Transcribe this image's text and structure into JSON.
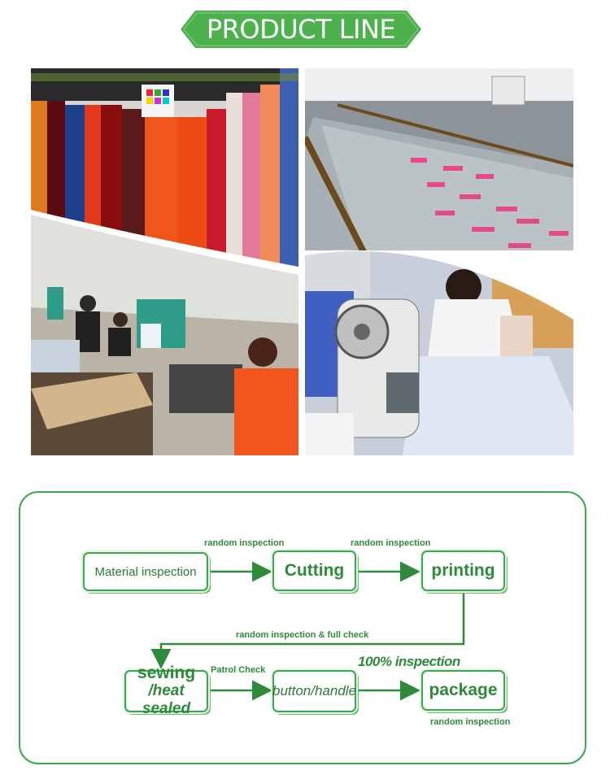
{
  "banner": {
    "title": "PRODUCT LINE",
    "color": "#4db14d"
  },
  "photos": [
    {
      "id": "pvc-film-rolls"
    },
    {
      "id": "printing-tables"
    },
    {
      "id": "sewing-workshop"
    },
    {
      "id": "heat-sealing-machine"
    }
  ],
  "flow": {
    "accent": "#3aa84c",
    "steps": {
      "material_inspection": "Material inspection",
      "cutting": "Cutting",
      "printing": "printing",
      "sewing_line1": "sewing",
      "sewing_line2": "/heat sealed",
      "button_handle": "button/handle",
      "package": "package"
    },
    "labels": {
      "random_inspection_1": "random inspection",
      "random_inspection_2": "random inspection",
      "random_full_check": "random inspection & full check",
      "patrol_check": "Patrol Check",
      "hundred_percent": "100% inspection",
      "random_inspection_3": "random inspection"
    }
  }
}
